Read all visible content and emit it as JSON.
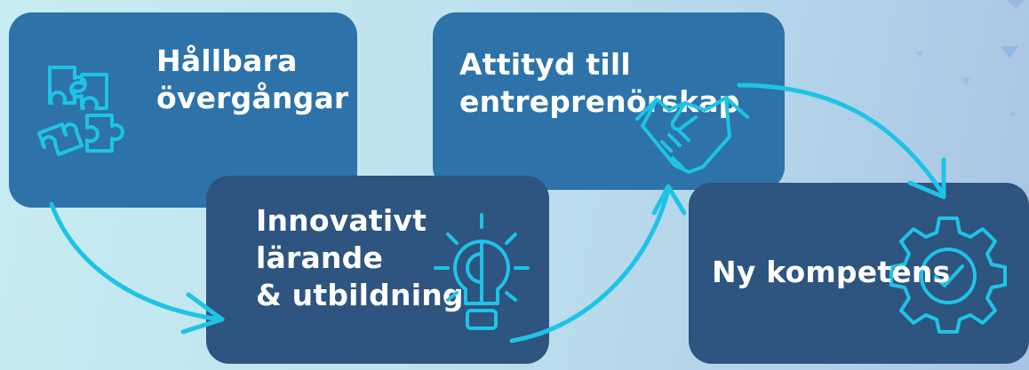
{
  "colors": {
    "background_light": "#c7ecf1",
    "background_dark": "#a9c4e4",
    "card_light": "#2d73aa",
    "card_dark": "#2e5480",
    "accent": "#1ec3e6",
    "text": "#ffffff"
  },
  "cards": [
    {
      "id": "hallbara",
      "lines": [
        "Hållbara",
        "övergångar"
      ],
      "icon": "puzzle-icon",
      "style": "light"
    },
    {
      "id": "attityd",
      "lines": [
        "Attityd till",
        "entreprenörskap"
      ],
      "icon": "handshake-icon",
      "style": "light"
    },
    {
      "id": "innovativt",
      "lines": [
        "Innovativt",
        "lärande",
        "& utbildning"
      ],
      "icon": "lightbulb-icon",
      "style": "dark"
    },
    {
      "id": "kompetens",
      "lines": [
        "Ny kompetens"
      ],
      "icon": "gear-check-icon",
      "style": "dark"
    }
  ]
}
